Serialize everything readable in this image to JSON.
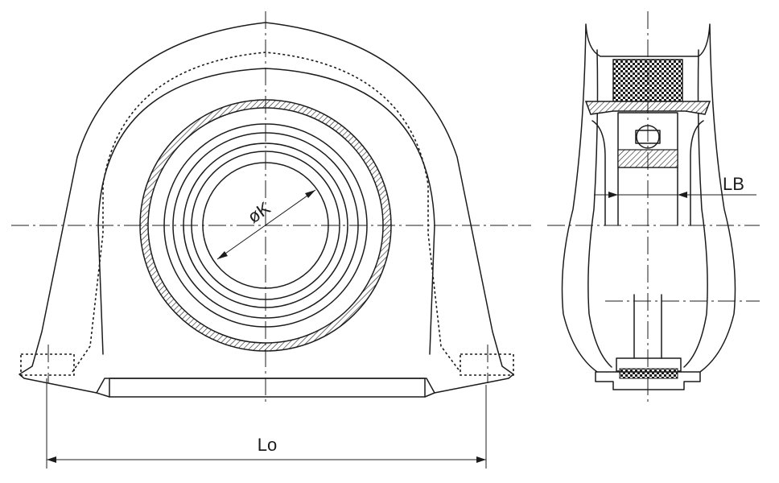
{
  "labels": {
    "bore_diameter": "øK",
    "base_length": "Lo",
    "width_b": "LB"
  }
}
